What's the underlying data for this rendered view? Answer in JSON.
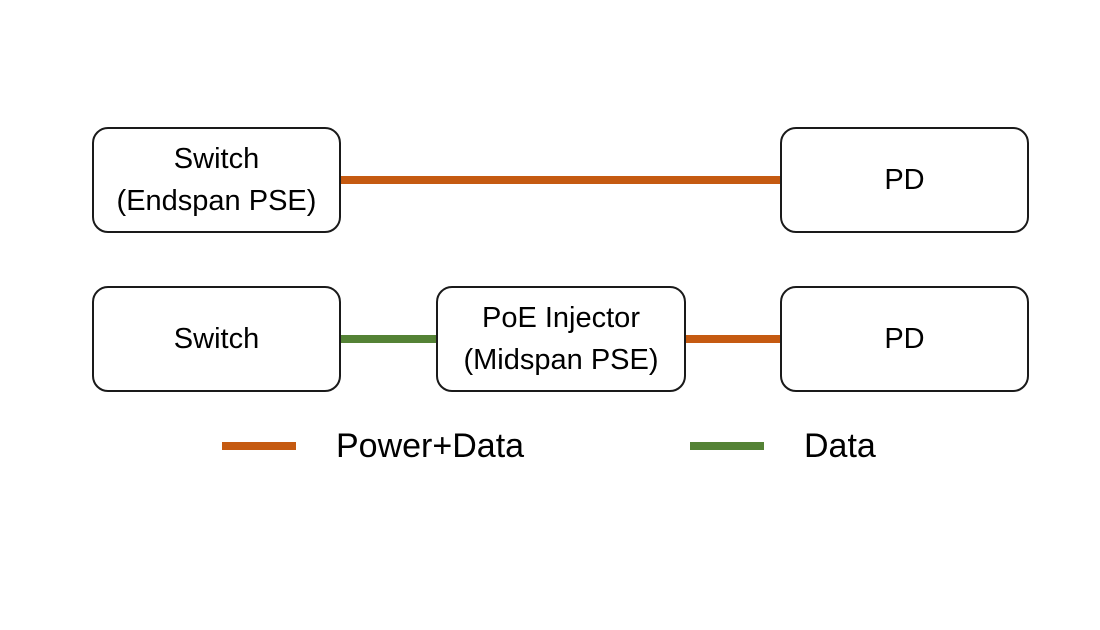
{
  "diagram": {
    "top_row": {
      "switch": {
        "line1": "Switch",
        "line2": "(Endspan PSE)"
      },
      "pd": {
        "label": "PD"
      }
    },
    "bottom_row": {
      "switch": {
        "label": "Switch"
      },
      "injector": {
        "line1": "PoE Injector",
        "line2": "(Midspan PSE)"
      },
      "pd": {
        "label": "PD"
      }
    }
  },
  "legend": {
    "power_data": {
      "label": "Power+Data",
      "color": "#c55a11"
    },
    "data": {
      "label": "Data",
      "color": "#548235"
    }
  }
}
